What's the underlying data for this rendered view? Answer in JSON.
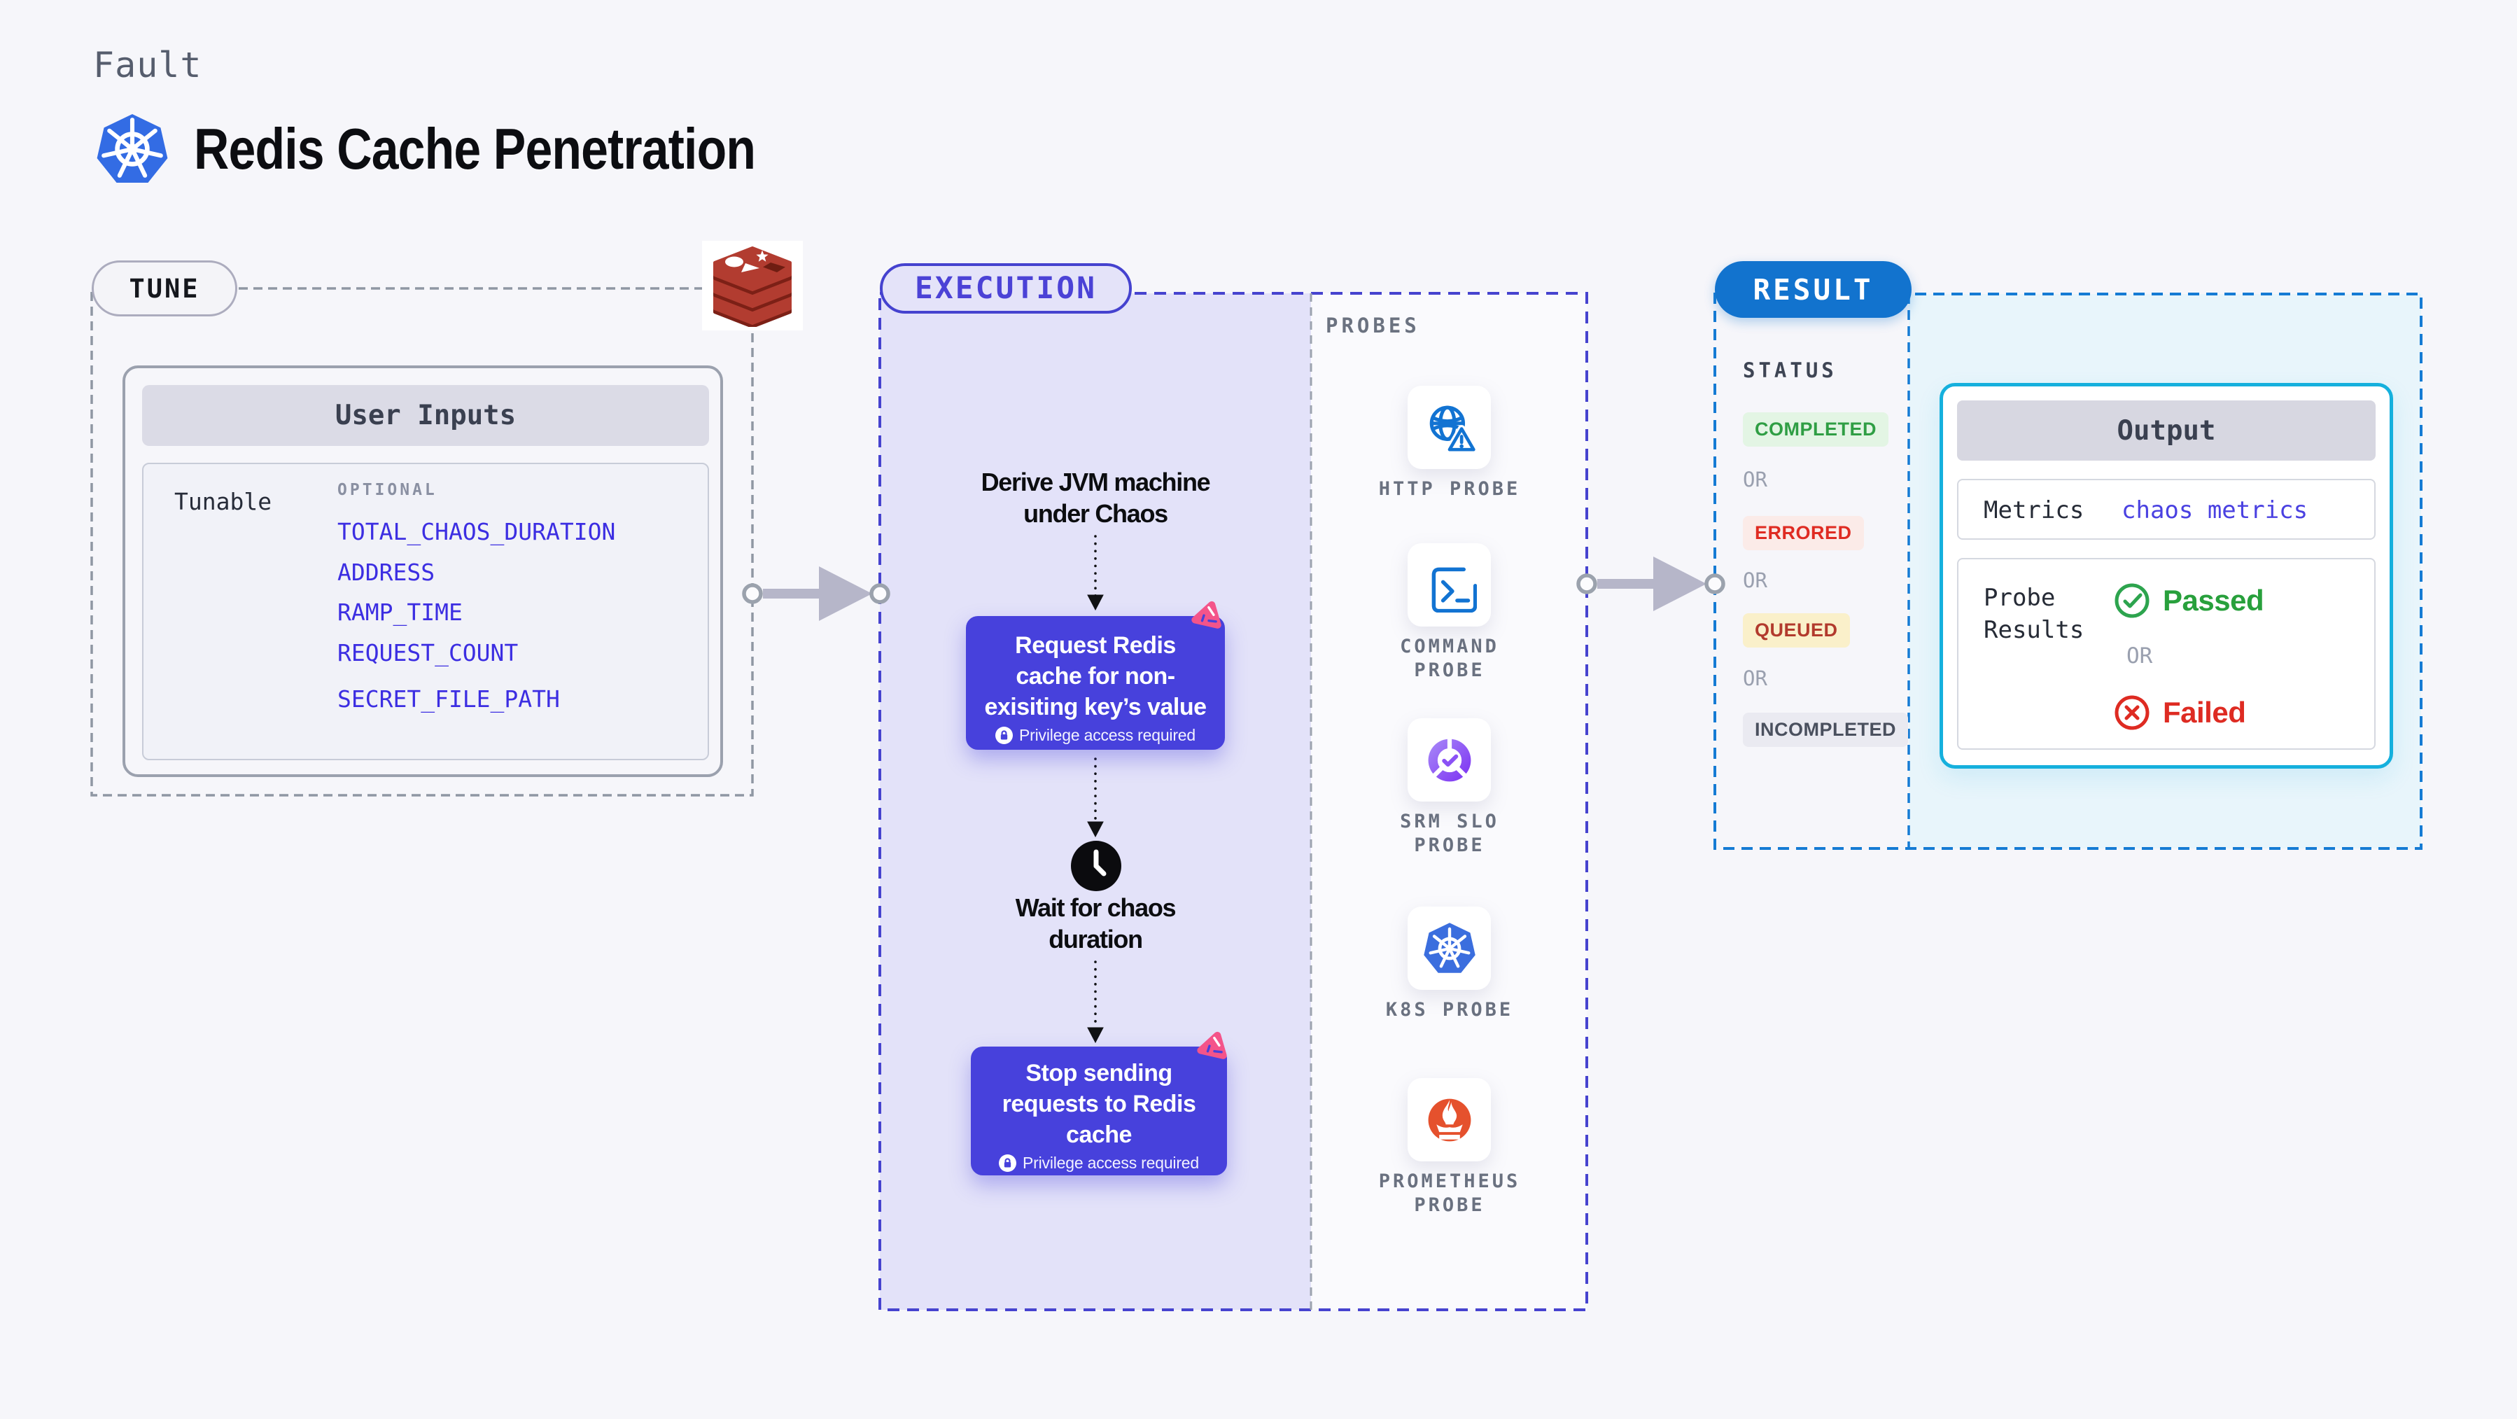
{
  "page": {
    "kind_label": "Fault",
    "title": "Redis Cache Penetration",
    "background": "#f6f6fa"
  },
  "tune": {
    "badge_label": "TUNE",
    "source_icon": "redis-icon",
    "card": {
      "header": "User Inputs",
      "row_label": "Tunable",
      "column_label": "OPTIONAL",
      "params": [
        "TOTAL_CHAOS_DURATION",
        "ADDRESS",
        "RAMP_TIME",
        "REQUEST_COUNT",
        "SECRET_FILE_PATH"
      ],
      "param_color": "#3c2ee2"
    }
  },
  "execution": {
    "badge_label": "EXECUTION",
    "accent_color": "#4741dc",
    "panel_color": "#e3e2f9",
    "step1_label": "Derive JVM machine under Chaos",
    "action1": {
      "label": "Request Redis cache for non-exisiting key’s value",
      "note": "Privilege access required"
    },
    "wait_label": "Wait for chaos duration",
    "action2": {
      "label": "Stop sending requests to Redis cache",
      "note": "Privilege access required"
    }
  },
  "probes": {
    "title": "PROBES",
    "items": [
      {
        "label": "HTTP PROBE",
        "icon": "globe-warning-icon"
      },
      {
        "label": "COMMAND PROBE",
        "icon": "terminal-icon"
      },
      {
        "label": "SRM SLO PROBE",
        "icon": "slo-gauge-icon"
      },
      {
        "label": "K8S PROBE",
        "icon": "kubernetes-icon"
      },
      {
        "label": "PROMETHEUS PROBE",
        "icon": "prometheus-icon"
      }
    ]
  },
  "result": {
    "badge_label": "RESULT",
    "accent_color": "#1273ce",
    "panel_color": "#e8f5fb",
    "status": {
      "title": "STATUS",
      "or_label": "OR",
      "values": [
        {
          "label": "COMPLETED",
          "color": "#2f9e44",
          "bg": "#e3f5e4"
        },
        {
          "label": "ERRORED",
          "color": "#df2b22",
          "bg": "#fbebe8"
        },
        {
          "label": "QUEUED",
          "color": "#b23a2d",
          "bg": "#faf0ca"
        },
        {
          "label": "INCOMPLETED",
          "color": "#4a505e",
          "bg": "#eaeaf1"
        }
      ]
    },
    "output": {
      "header": "Output",
      "metrics_label": "Metrics",
      "metrics_value": "chaos metrics",
      "probe_results_label": "Probe Results",
      "passed_label": "Passed",
      "or_label": "OR",
      "failed_label": "Failed"
    }
  }
}
